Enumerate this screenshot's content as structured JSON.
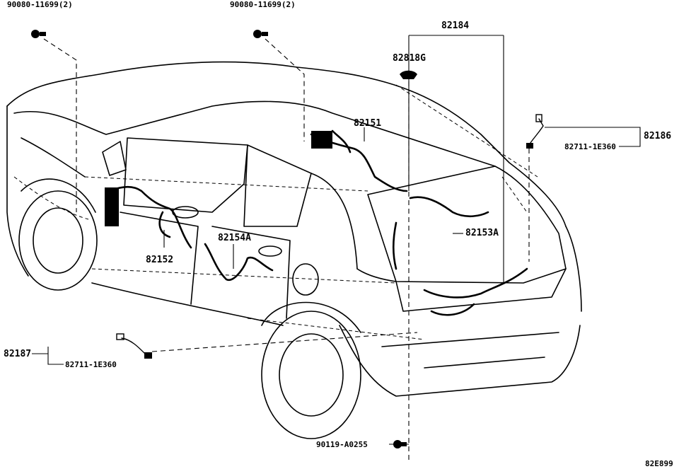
{
  "callouts": {
    "bolt_left": "90080-11699(2)",
    "bolt_center": "90080-11699(2)",
    "harness_group": "82184",
    "clamp": "82818G",
    "floor_harness": "82151",
    "antenna_cord_right": "82186",
    "antenna_part_right": "82711-1E360",
    "rear_harness": "82153A",
    "front_door_harness": "82152",
    "rear_door_harness": "82154A",
    "antenna_cord_left": "82187",
    "antenna_part_left": "82711-1E360",
    "bottom_bolt": "90119-A0255",
    "figure_code": "82E899"
  }
}
